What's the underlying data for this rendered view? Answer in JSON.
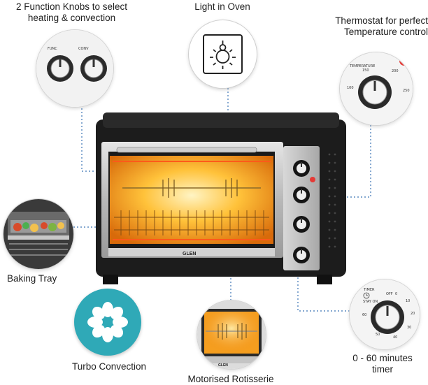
{
  "captions": {
    "knobs": "2 Function Knobs to select\nheating & convection",
    "light": "Light in Oven",
    "thermostat": "Thermostat for perfect\nTemperature control",
    "tray": "Baking Tray",
    "turbo": "Turbo Convection",
    "rotisserie": "Motorised Rotisserie",
    "timer": "0 - 60 minutes\ntimer"
  },
  "oven": {
    "brand": "GLEN",
    "colors": {
      "body": "#1c1c1c",
      "interior_glow": "#f5a623",
      "door_frame": "#b8b8b8",
      "accent": "#e53935"
    }
  },
  "thermostat_dial": {
    "label": "TEMPERATURE",
    "ticks": [
      "100",
      "150",
      "200",
      "250"
    ]
  },
  "timer_dial": {
    "label": "TIMER",
    "ticks": [
      "0",
      "10",
      "20",
      "30",
      "40",
      "50",
      "60"
    ],
    "off_label": "OFF",
    "stay_on_label": "STAY ON"
  },
  "rotisserie_thumb": {
    "brand": "GLEN"
  },
  "turbo": {
    "color": "#2fa9b7"
  }
}
